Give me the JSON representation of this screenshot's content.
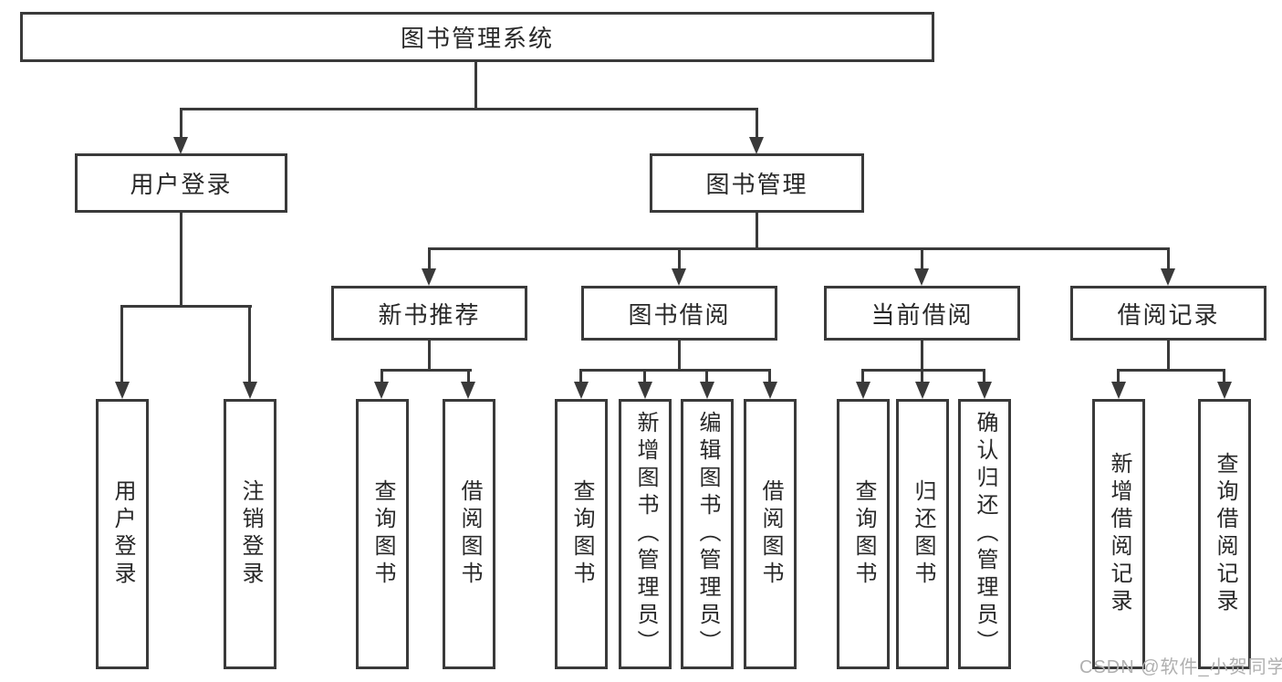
{
  "diagram_type": "functional-structure-tree",
  "colors": {
    "line": "#3a3a3a",
    "text": "#282828",
    "watermark": "#b0b0b0",
    "background": "#ffffff"
  },
  "watermark": {
    "text": "CSDN @软件_小贺同学"
  },
  "tree": {
    "label": "图书管理系统",
    "children": [
      {
        "label": "用户登录",
        "children": [
          {
            "label": "用户登录"
          },
          {
            "label": "注销登录"
          }
        ]
      },
      {
        "label": "图书管理",
        "children": [
          {
            "label": "新书推荐",
            "children": [
              {
                "label": "查询图书"
              },
              {
                "label": "借阅图书"
              }
            ]
          },
          {
            "label": "图书借阅",
            "children": [
              {
                "label": "查询图书"
              },
              {
                "label": "新增图书（管理员）"
              },
              {
                "label": "编辑图书（管理员）"
              },
              {
                "label": "借阅图书"
              }
            ]
          },
          {
            "label": "当前借阅",
            "children": [
              {
                "label": "查询图书"
              },
              {
                "label": "归还图书"
              },
              {
                "label": "确认归还（管理员）"
              }
            ]
          },
          {
            "label": "借阅记录",
            "children": [
              {
                "label": "新增借阅记录"
              },
              {
                "label": "查询借阅记录"
              }
            ]
          }
        ]
      }
    ]
  }
}
